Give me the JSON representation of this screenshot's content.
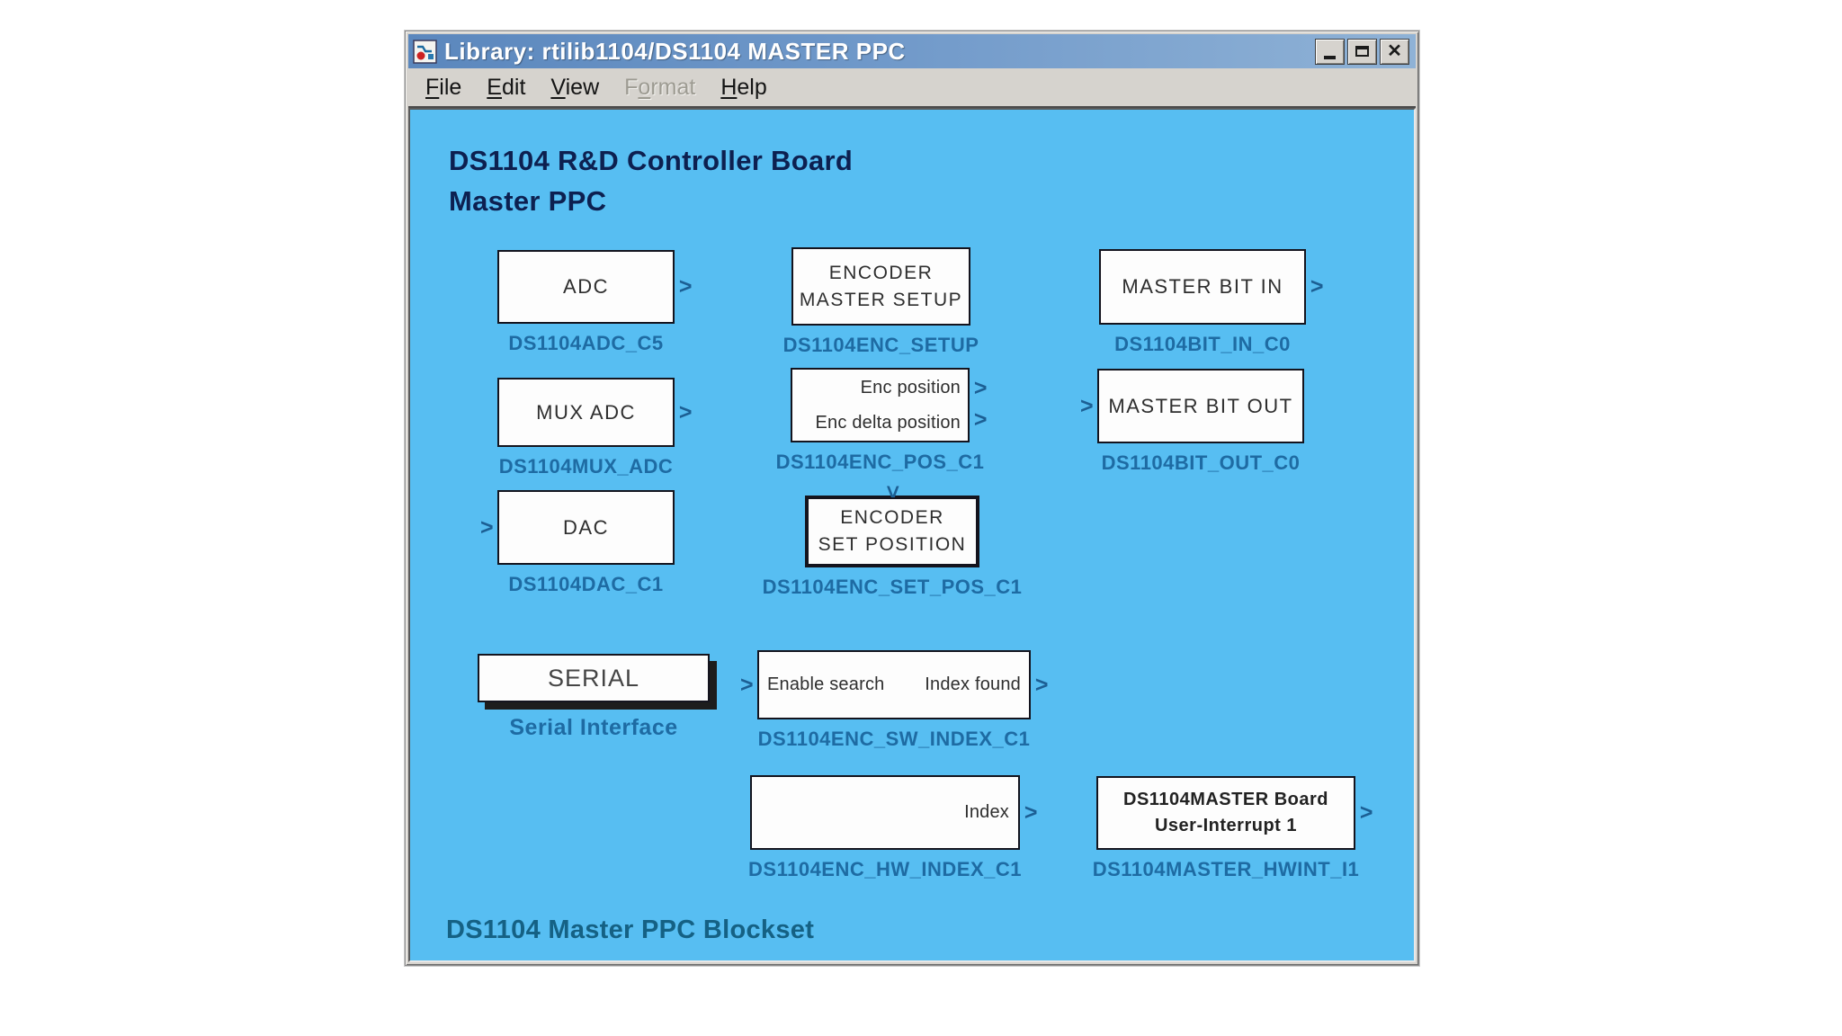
{
  "window": {
    "title": "Library: rtilib1104/DS1104 MASTER PPC",
    "controls": {
      "close_glyph": "✕"
    }
  },
  "menu": {
    "items": [
      {
        "label": "File",
        "pre": "",
        "accel": "F",
        "post": "ile",
        "disabled": false
      },
      {
        "label": "Edit",
        "pre": "",
        "accel": "E",
        "post": "dit",
        "disabled": false
      },
      {
        "label": "View",
        "pre": "",
        "accel": "V",
        "post": "iew",
        "disabled": false
      },
      {
        "label": "Format",
        "pre": "F",
        "accel": "o",
        "post": "rmat",
        "disabled": true
      },
      {
        "label": "Help",
        "pre": "",
        "accel": "H",
        "post": "elp",
        "disabled": false
      }
    ]
  },
  "canvas": {
    "heading_line1": "DS1104 R&D Controller Board",
    "heading_line2": "Master PPC",
    "footer": "DS1104 Master PPC Blockset"
  },
  "icons": {
    "port_glyph": ">"
  },
  "colors": {
    "canvas_bg": "#57bef2",
    "block_label": "#1e6ba3",
    "heading": "#0d2050",
    "footer": "#156184",
    "titlebar_left": "#5b87bd",
    "titlebar_right": "#8fb2d6"
  },
  "blocks": {
    "adc": {
      "text": "ADC",
      "lib": "DS1104ADC_C5"
    },
    "enc_setup": {
      "line1": "ENCODER",
      "line2": "MASTER SETUP",
      "lib": "DS1104ENC_SETUP"
    },
    "bit_in": {
      "text": "MASTER BIT IN",
      "lib": "DS1104BIT_IN_C0"
    },
    "mux_adc": {
      "text": "MUX ADC",
      "lib": "DS1104MUX_ADC"
    },
    "enc_pos": {
      "port1": "Enc position",
      "port2": "Enc delta position",
      "lib": "DS1104ENC_POS_C1"
    },
    "bit_out": {
      "text": "MASTER BIT OUT",
      "lib": "DS1104BIT_OUT_C0"
    },
    "dac": {
      "text": "DAC",
      "lib": "DS1104DAC_C1"
    },
    "enc_set_pos": {
      "line1": "ENCODER",
      "line2": "SET POSITION",
      "lib": "DS1104ENC_SET_POS_C1"
    },
    "serial": {
      "text": "SERIAL",
      "lib": "Serial Interface"
    },
    "enc_sw_index": {
      "port_in": "Enable search",
      "port_out": "Index found",
      "lib": "DS1104ENC_SW_INDEX_C1"
    },
    "enc_hw_index": {
      "port_out": "Index",
      "lib": "DS1104ENC_HW_INDEX_C1"
    },
    "hwint": {
      "line1": "DS1104MASTER Board",
      "line2": "User-Interrupt 1",
      "lib": "DS1104MASTER_HWINT_I1"
    }
  }
}
